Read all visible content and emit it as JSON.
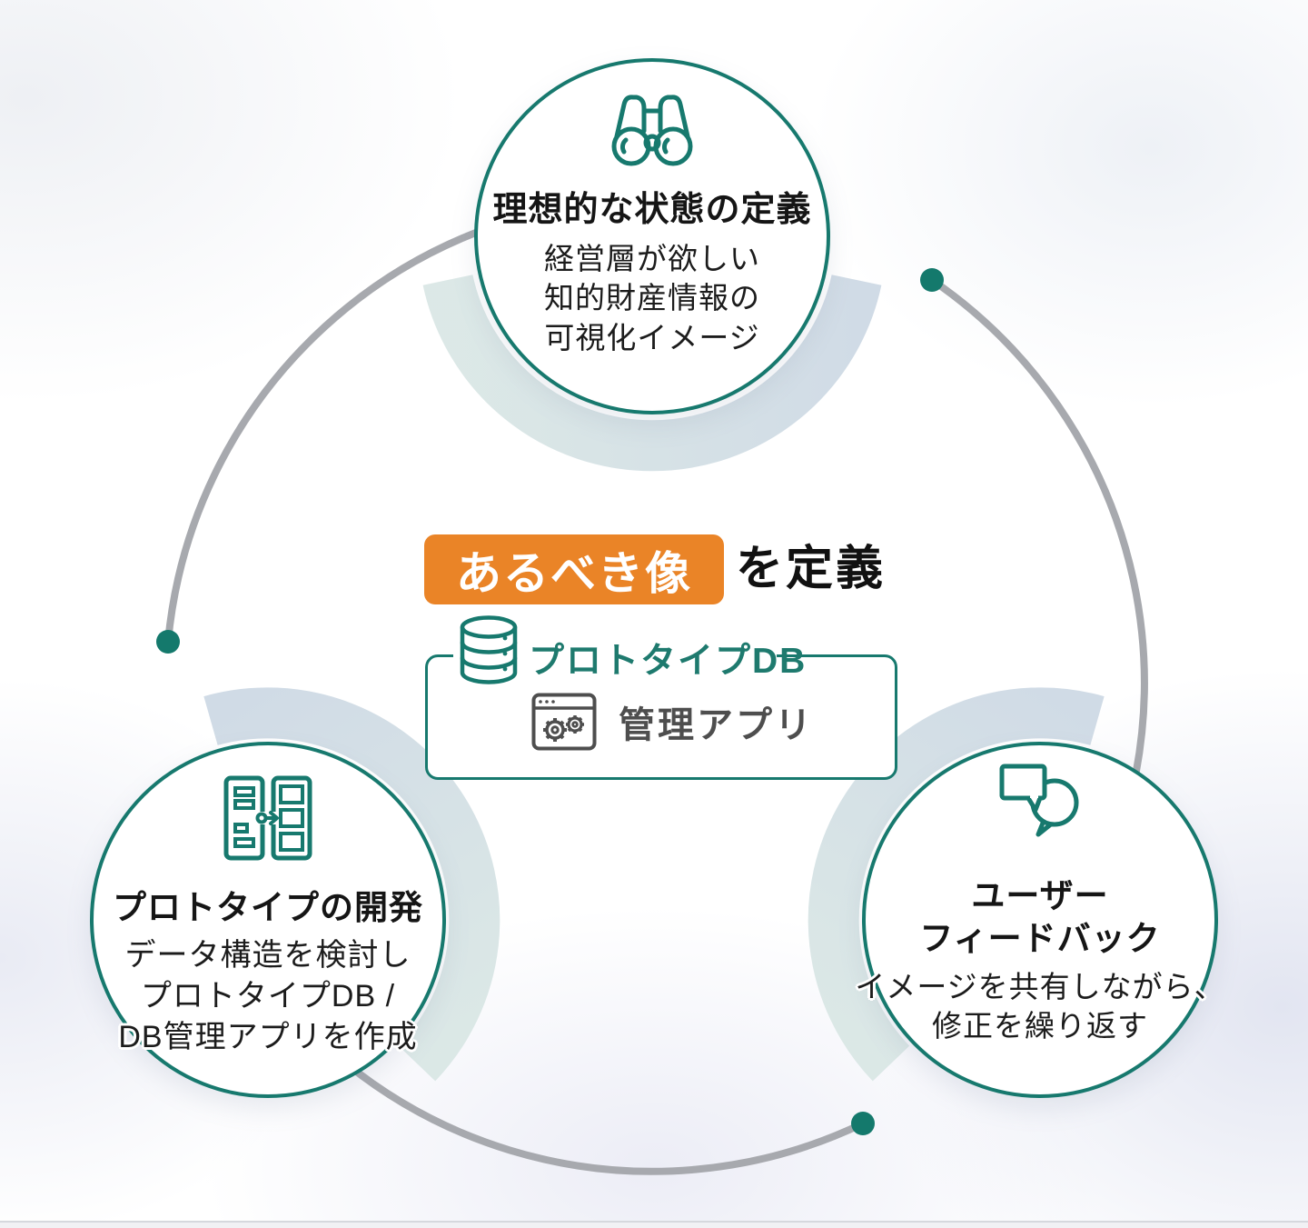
{
  "diagram": {
    "headline": {
      "highlight_label": "あるべき像",
      "suffix_label": "を定義"
    },
    "db_box": {
      "title": "プロトタイプDB",
      "app_label": "管理アプリ"
    },
    "nodes": [
      {
        "id": "ideal-state",
        "icon": "binoculars-icon",
        "title": "理想的な状態の定義",
        "body_lines": [
          "経営層が欲しい",
          "知的財産情報の",
          "可視化イメージ"
        ]
      },
      {
        "id": "prototype-development",
        "icon": "data-structure-icon",
        "title": "プロトタイプの開発",
        "body_lines": [
          "データ構造を検討し",
          "プロトタイプDB /",
          "DB管理アプリを作成"
        ]
      },
      {
        "id": "user-feedback",
        "icon": "chat-feedback-icon",
        "title_lines": [
          "ユーザー",
          "フィードバック"
        ],
        "body_lines": [
          "イメージを共有しながら、",
          "修正を繰り返す"
        ]
      }
    ],
    "colors": {
      "accent_teal": "#17796E",
      "accent_orange": "#EA8427",
      "arc_gray": "#A7A9AE",
      "band_light_blue": "#CBD7E3",
      "band_light_teal": "#D8E6E4",
      "text_dark": "#1A1A1A",
      "app_gray": "#4E4E4E"
    }
  }
}
